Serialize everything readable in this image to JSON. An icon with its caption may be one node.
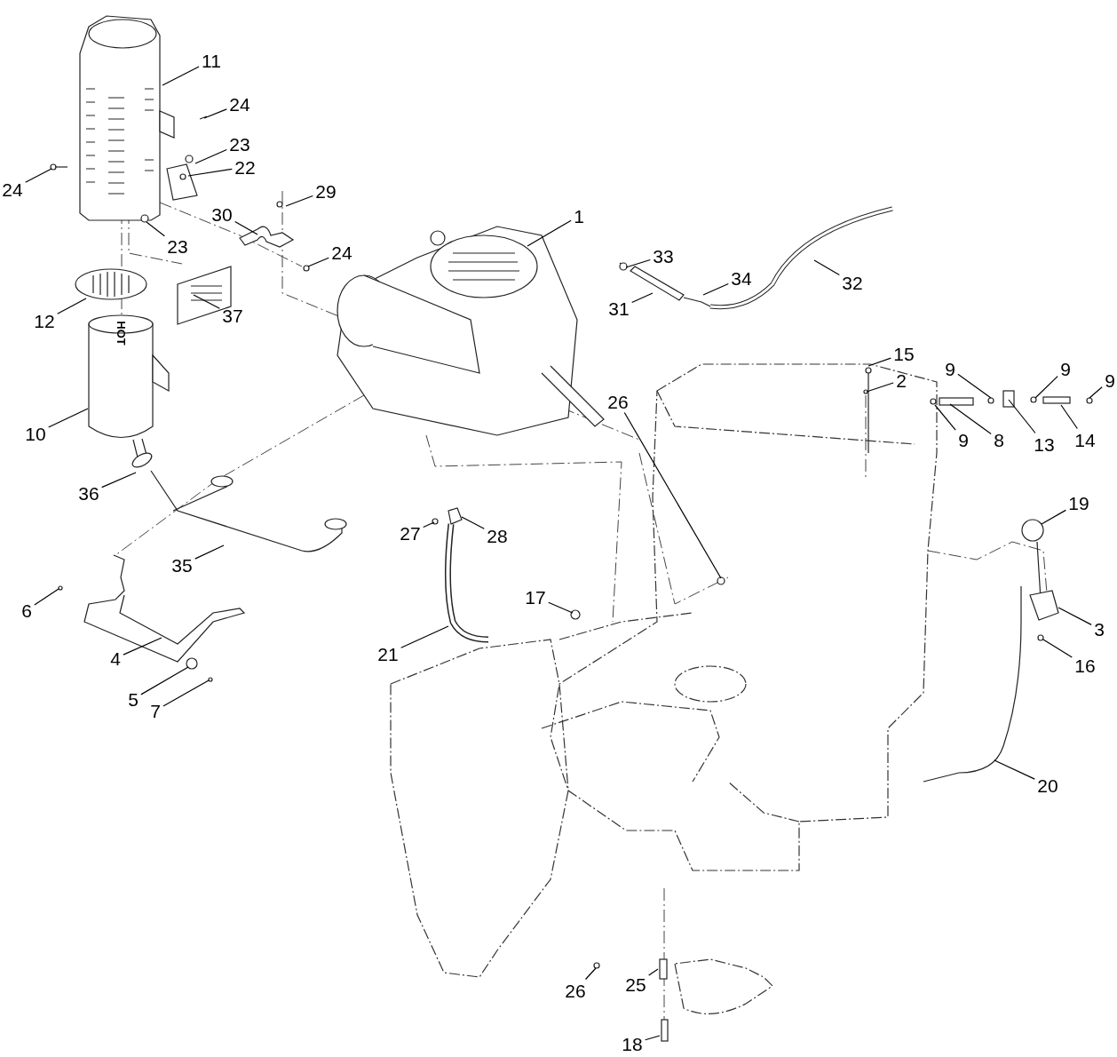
{
  "diagram": {
    "nodes": [
      {
        "text": [
          "11"
        ]
      },
      {
        "text": [
          "24"
        ]
      },
      {
        "text": [
          "23"
        ]
      },
      {
        "text": [
          "22"
        ]
      },
      {
        "text": [
          "24"
        ]
      },
      {
        "text": [
          "29"
        ]
      },
      {
        "text": [
          "30"
        ]
      },
      {
        "text": [
          "23"
        ]
      },
      {
        "text": [
          "24"
        ]
      },
      {
        "text": [
          "1"
        ]
      },
      {
        "text": [
          "33"
        ]
      },
      {
        "text": [
          "32"
        ]
      },
      {
        "text": [
          "34"
        ]
      },
      {
        "text": [
          "12"
        ]
      },
      {
        "text": [
          "37"
        ]
      },
      {
        "text": [
          "31"
        ]
      },
      {
        "text": [
          "15"
        ]
      },
      {
        "text": [
          "2"
        ]
      },
      {
        "text": [
          "9"
        ]
      },
      {
        "text": [
          "9"
        ]
      },
      {
        "text": [
          "9"
        ]
      },
      {
        "text": [
          "26"
        ]
      },
      {
        "text": [
          "9"
        ]
      },
      {
        "text": [
          "8"
        ]
      },
      {
        "text": [
          "13"
        ]
      },
      {
        "text": [
          "14"
        ]
      },
      {
        "text": [
          "10"
        ]
      },
      {
        "text": [
          "36"
        ]
      },
      {
        "text": [
          "19"
        ]
      },
      {
        "text": [
          "27"
        ]
      },
      {
        "text": [
          "28"
        ]
      },
      {
        "text": [
          "35"
        ]
      },
      {
        "text": [
          "17"
        ]
      },
      {
        "text": [
          "6"
        ]
      },
      {
        "text": [
          "3"
        ]
      },
      {
        "text": [
          "21"
        ]
      },
      {
        "text": [
          "16"
        ]
      },
      {
        "text": [
          "4"
        ]
      },
      {
        "text": [
          "5"
        ]
      },
      {
        "text": [
          "7"
        ]
      },
      {
        "text": [
          "20"
        ]
      },
      {
        "text": [
          "26"
        ]
      },
      {
        "text": [
          "25"
        ]
      },
      {
        "text": [
          "18"
        ]
      }
    ],
    "edges": [
      {
        "from": 0,
        "to": null,
        "arrow": "none"
      },
      {
        "from": 1,
        "to": null,
        "arrow": "none"
      },
      {
        "from": 2,
        "to": null,
        "arrow": "none"
      },
      {
        "from": 3,
        "to": null,
        "arrow": "none"
      },
      {
        "from": 4,
        "to": null,
        "arrow": "none"
      },
      {
        "from": 5,
        "to": null,
        "arrow": "none"
      },
      {
        "from": 6,
        "to": null,
        "arrow": "none"
      },
      {
        "from": 7,
        "to": null,
        "arrow": "none"
      },
      {
        "from": 8,
        "to": null,
        "arrow": "none"
      },
      {
        "from": 9,
        "to": null,
        "arrow": "none"
      },
      {
        "from": 10,
        "to": null,
        "arrow": "none"
      },
      {
        "from": 11,
        "to": null,
        "arrow": "none"
      },
      {
        "from": 12,
        "to": null,
        "arrow": "none"
      },
      {
        "from": 13,
        "to": null,
        "arrow": "none"
      },
      {
        "from": 14,
        "to": null,
        "arrow": "none"
      },
      {
        "from": 15,
        "to": null,
        "arrow": "none"
      },
      {
        "from": 16,
        "to": null,
        "arrow": "none"
      },
      {
        "from": 17,
        "to": null,
        "arrow": "none"
      },
      {
        "from": 18,
        "to": null,
        "arrow": "none"
      },
      {
        "from": 19,
        "to": null,
        "arrow": "none"
      },
      {
        "from": 20,
        "to": null,
        "arrow": "none"
      },
      {
        "from": 21,
        "to": null,
        "arrow": "none"
      },
      {
        "from": 22,
        "to": null,
        "arrow": "none"
      },
      {
        "from": 23,
        "to": null,
        "arrow": "none"
      },
      {
        "from": 24,
        "to": null,
        "arrow": "none"
      },
      {
        "from": 25,
        "to": null,
        "arrow": "none"
      },
      {
        "from": 26,
        "to": null,
        "arrow": "none"
      },
      {
        "from": 27,
        "to": null,
        "arrow": "none"
      },
      {
        "from": 28,
        "to": null,
        "arrow": "none"
      },
      {
        "from": 29,
        "to": null,
        "arrow": "none"
      },
      {
        "from": 30,
        "to": null,
        "arrow": "none"
      },
      {
        "from": 31,
        "to": null,
        "arrow": "none"
      },
      {
        "from": 32,
        "to": null,
        "arrow": "none"
      },
      {
        "from": 33,
        "to": null,
        "arrow": "none"
      },
      {
        "from": 34,
        "to": null,
        "arrow": "none"
      },
      {
        "from": 35,
        "to": null,
        "arrow": "none"
      },
      {
        "from": 36,
        "to": null,
        "arrow": "none"
      },
      {
        "from": 37,
        "to": null,
        "arrow": "none"
      },
      {
        "from": 38,
        "to": null,
        "arrow": "none"
      },
      {
        "from": 39,
        "to": null,
        "arrow": "none"
      },
      {
        "from": 40,
        "to": null,
        "arrow": "none"
      },
      {
        "from": 41,
        "to": null,
        "arrow": "none"
      },
      {
        "from": 42,
        "to": null,
        "arrow": "none"
      },
      {
        "from": 43,
        "to": null,
        "arrow": "none"
      }
    ],
    "labels": [
      "HOT"
    ]
  }
}
